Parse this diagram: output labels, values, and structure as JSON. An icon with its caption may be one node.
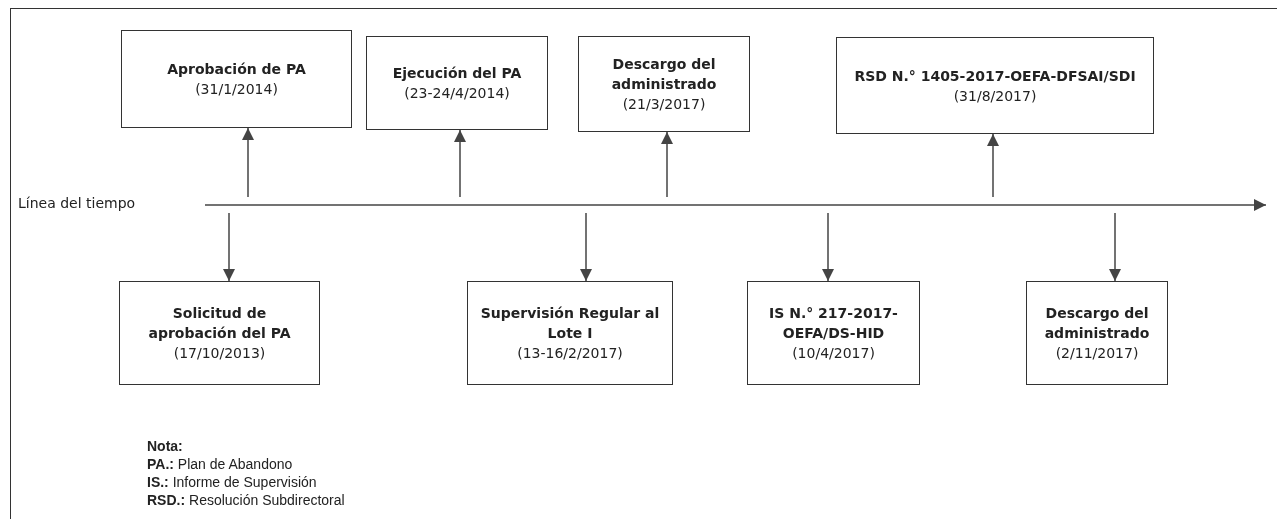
{
  "diagram": {
    "nodes": [
      {
        "text": [
          "Línea del tiempo"
        ]
      },
      {
        "text": [
          "Aprobación de PA",
          "(31/1/2014)"
        ]
      },
      {
        "text": [
          "Ejecución del PA",
          "(23-24/4/2014)"
        ]
      },
      {
        "text": [
          "Descargo del administrado",
          "(21/3/2017)"
        ]
      },
      {
        "text": [
          "RSD N.° 1405-2017-OEFA-DFSAI/SDI",
          "(31/8/2017)"
        ]
      },
      {
        "text": [
          "Solicitud de aprobación del PA",
          "(17/10/2013)"
        ]
      },
      {
        "text": [
          "Supervisión Regular al Lote I",
          "(13-16/2/2017)"
        ]
      },
      {
        "text": [
          "IS N.° 217-2017-OEFA/DS-HID",
          "(10/4/2017)"
        ]
      },
      {
        "text": [
          "Descargo del administrado",
          "(2/11/2017)"
        ]
      }
    ],
    "edges": [
      {
        "from": 0,
        "to": 1,
        "arrow": "to"
      },
      {
        "from": 0,
        "to": 2,
        "arrow": "to"
      },
      {
        "from": 0,
        "to": 3,
        "arrow": "to"
      },
      {
        "from": 0,
        "to": 4,
        "arrow": "to"
      },
      {
        "from": 0,
        "to": 5,
        "arrow": "to"
      },
      {
        "from": 0,
        "to": 6,
        "arrow": "to"
      },
      {
        "from": 0,
        "to": 7,
        "arrow": "to"
      },
      {
        "from": 0,
        "to": 8,
        "arrow": "to"
      }
    ],
    "labels": [
      "Nota:",
      "**PA.:** Plan de Abandono",
      "**IS.:** Informe de Supervisión",
      "**RSD.:** Resolución Subdirectoral"
    ]
  }
}
